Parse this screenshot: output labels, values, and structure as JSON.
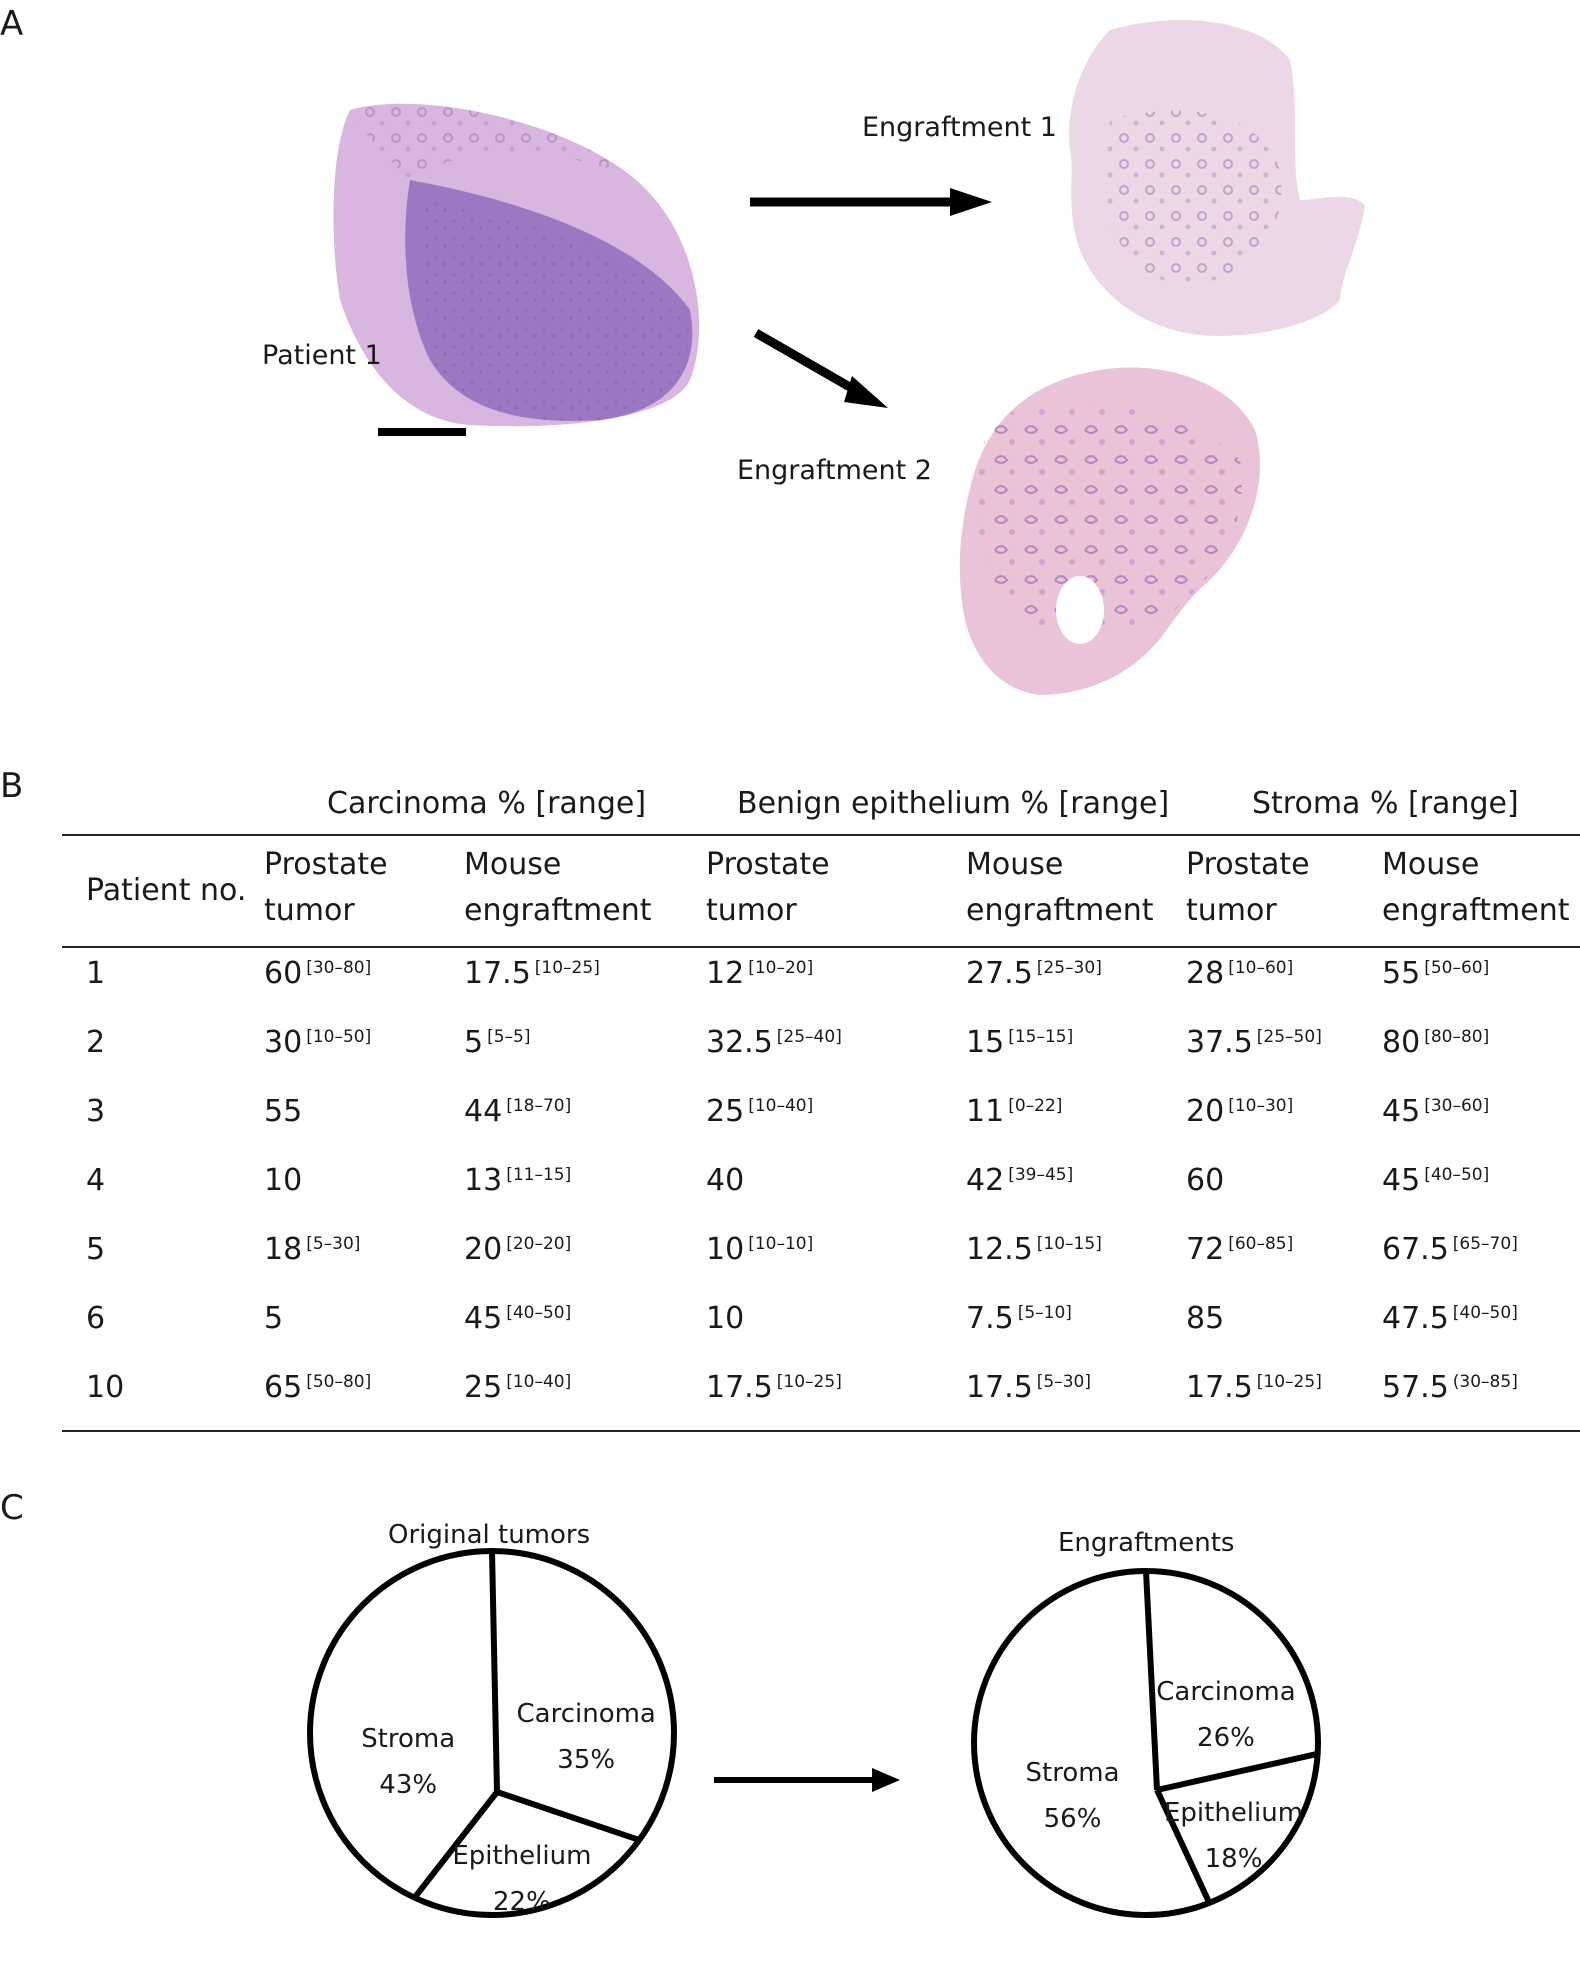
{
  "panels": {
    "a": "A",
    "b": "B",
    "c": "C"
  },
  "panel_a": {
    "patient_label": "Patient 1",
    "engraftment1_label": "Engraftment 1",
    "engraftment2_label": "Engraftment 2"
  },
  "table": {
    "group_headers": [
      "Carcinoma % [range]",
      "Benign epithelium % [range]",
      "Stroma % [range]"
    ],
    "patient_header": "Patient no.",
    "sub_headers": [
      [
        "Prostate",
        "tumor"
      ],
      [
        "Mouse",
        "engraftment"
      ],
      [
        "Prostate",
        "tumor"
      ],
      [
        "Mouse",
        "engraftment"
      ],
      [
        "Prostate",
        "tumor"
      ],
      [
        "Mouse",
        "engraftment"
      ]
    ],
    "rows": [
      {
        "patient": "1",
        "cells": [
          [
            "60",
            "[30–80]"
          ],
          [
            "17.5",
            "[10–25]"
          ],
          [
            "12",
            "[10–20]"
          ],
          [
            "27.5",
            "[25–30]"
          ],
          [
            "28",
            "[10–60]"
          ],
          [
            "55",
            "[50–60]"
          ]
        ]
      },
      {
        "patient": "2",
        "cells": [
          [
            "30",
            "[10–50]"
          ],
          [
            "5",
            "[5–5]"
          ],
          [
            "32.5",
            "[25–40]"
          ],
          [
            "15",
            "[15–15]"
          ],
          [
            "37.5",
            "[25–50]"
          ],
          [
            "80",
            "[80–80]"
          ]
        ]
      },
      {
        "patient": "3",
        "cells": [
          [
            "55",
            ""
          ],
          [
            "44",
            "[18–70]"
          ],
          [
            "25",
            "[10–40]"
          ],
          [
            "11",
            "[0–22]"
          ],
          [
            "20",
            "[10–30]"
          ],
          [
            "45",
            "[30–60]"
          ]
        ]
      },
      {
        "patient": "4",
        "cells": [
          [
            "10",
            ""
          ],
          [
            "13",
            "[11–15]"
          ],
          [
            "40",
            ""
          ],
          [
            "42",
            "[39–45]"
          ],
          [
            "60",
            ""
          ],
          [
            "45",
            "[40–50]"
          ]
        ]
      },
      {
        "patient": "5",
        "cells": [
          [
            "18",
            "[5–30]"
          ],
          [
            "20",
            "[20–20]"
          ],
          [
            "10",
            "[10–10]"
          ],
          [
            "12.5",
            "[10–15]"
          ],
          [
            "72",
            "[60–85]"
          ],
          [
            "67.5",
            "[65–70]"
          ]
        ]
      },
      {
        "patient": "6",
        "cells": [
          [
            "5",
            ""
          ],
          [
            "45",
            "[40–50]"
          ],
          [
            "10",
            ""
          ],
          [
            "7.5",
            "[5–10]"
          ],
          [
            "85",
            ""
          ],
          [
            "47.5",
            "[40–50]"
          ]
        ]
      },
      {
        "patient": "10",
        "cells": [
          [
            "65",
            "[50–80]"
          ],
          [
            "25",
            "[10–40]"
          ],
          [
            "17.5",
            "[10–25]"
          ],
          [
            "17.5",
            "[5–30]"
          ],
          [
            "17.5",
            "[10–25]"
          ],
          [
            "57.5",
            "(30–85]"
          ]
        ]
      }
    ]
  },
  "chart_data": [
    {
      "type": "pie",
      "title": "Original tumors",
      "slices": [
        {
          "label": "Carcinoma",
          "value": 35,
          "display": "35%"
        },
        {
          "label": "Epithelium",
          "value": 22,
          "display": "22%"
        },
        {
          "label": "Stroma",
          "value": 43,
          "display": "43%"
        }
      ],
      "fill": "#ffffff",
      "stroke": "#000000"
    },
    {
      "type": "pie",
      "title": "Engraftments",
      "slices": [
        {
          "label": "Carcinoma",
          "value": 26,
          "display": "26%"
        },
        {
          "label": "Epithelium",
          "value": 18,
          "display": "18%"
        },
        {
          "label": "Stroma",
          "value": 56,
          "display": "56%"
        }
      ],
      "fill": "#ffffff",
      "stroke": "#000000"
    }
  ],
  "colors": {
    "tissue_light": "#d9b6df",
    "tissue_dark": "#9d78c2",
    "tissue_pink": "#eac3d8",
    "ink": "#000000"
  }
}
